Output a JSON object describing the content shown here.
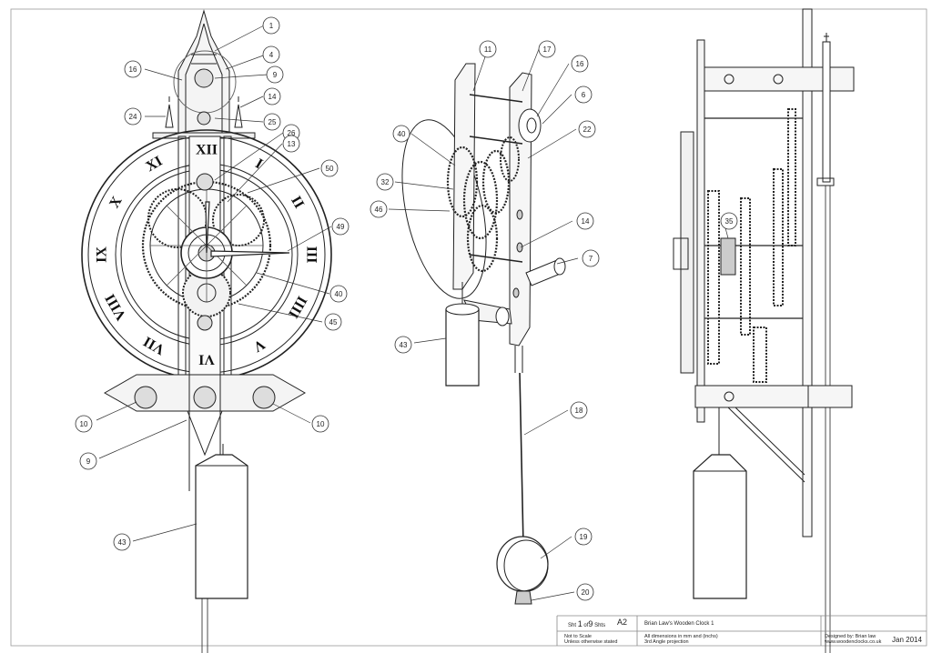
{
  "drawing": {
    "front_view": {
      "roman_numerals": [
        "XII",
        "I",
        "II",
        "III",
        "IIII",
        "V",
        "VI",
        "VII",
        "VIII",
        "IX",
        "X",
        "XI"
      ],
      "callouts": [
        "1",
        "4",
        "16",
        "9",
        "24",
        "14",
        "25",
        "26",
        "13",
        "50",
        "49",
        "40",
        "45",
        "10",
        "10",
        "9",
        "43"
      ]
    },
    "iso_view": {
      "callouts": [
        "11",
        "17",
        "16",
        "6",
        "40",
        "22",
        "32",
        "46",
        "14",
        "7",
        "43",
        "18",
        "19",
        "20"
      ]
    },
    "side_view": {
      "callouts": [
        "35"
      ]
    }
  },
  "title_block": {
    "sheet_prefix": "Sht",
    "sheet_no": "1",
    "of_label": "of",
    "sheet_total": "9",
    "sheets_suffix": "Shts",
    "paper_size": "A2",
    "title": "Brian Law's Wooden Clock 1",
    "scale_note_line1": "Not to Scale",
    "scale_note_line2": "Unless otherwise stated",
    "units_note_line1": "All dimensions in mm and (inchs)",
    "units_note_line2": "3rd Angle projection",
    "designer": "Designed by: Brian law",
    "website": "www.woodenclocks.co.uk",
    "date": "Jan 2014"
  }
}
